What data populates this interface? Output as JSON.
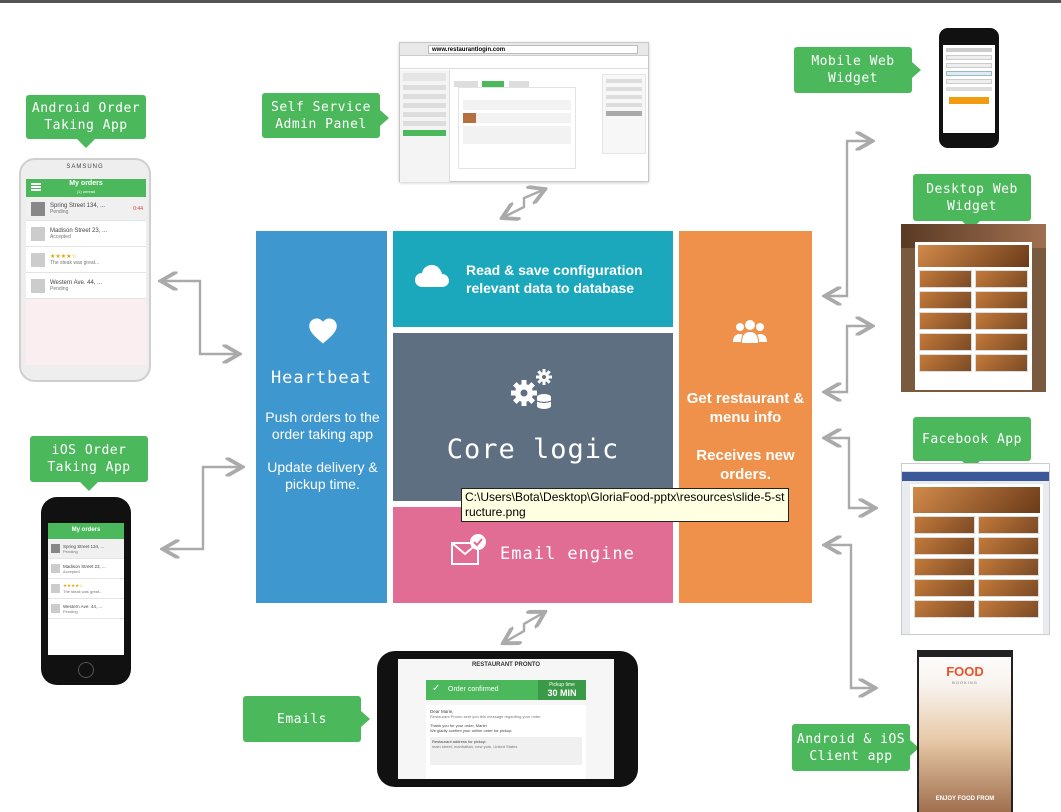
{
  "callouts": {
    "android_order": "Android Order\nTaking App",
    "self_service": "Self Service\nAdmin Panel",
    "mobile_web": "Mobile Web\nWidget",
    "desktop_web": "Desktop Web\nWidget",
    "facebook_app": "Facebook App",
    "ios_order": "iOS Order\nTaking App",
    "emails": "Emails",
    "client_app": "Android & iOS\nClient app"
  },
  "blocks": {
    "heartbeat": {
      "title": "Heartbeat",
      "line1": "Push orders to the order taking app",
      "line2": "Update delivery & pickup time."
    },
    "database": {
      "text": "Read & save configuration relevant data to database"
    },
    "core": {
      "title": "Core logic"
    },
    "email": {
      "title": "Email engine"
    },
    "restaurant": {
      "line1": "Get restaurant & menu info",
      "line2": "Receives new orders."
    }
  },
  "tooltip": "C:\\Users\\Bota\\Desktop\\GloriaFood-pptx\\resources\\slide-5-st\nructure.png",
  "android_phone": {
    "brand": "SAMSUNG",
    "title": "My orders",
    "subtitle": "(1) unread",
    "orders": [
      {
        "addr": "Spring Street 134, ...",
        "status": "Pending",
        "time": "0:44"
      },
      {
        "addr": "Madison Street 23, ...",
        "status": "Accepted",
        "time": ""
      },
      {
        "addr": "★★★★☆",
        "status": "The steak was great...",
        "time": ""
      },
      {
        "addr": "Western Ave. 44, ...",
        "status": "Pending",
        "time": ""
      }
    ]
  },
  "ios_phone": {
    "title": "My orders",
    "orders": [
      {
        "addr": "Spring Street 134, ...",
        "status": "Pending"
      },
      {
        "addr": "Madison Street 23, ...",
        "status": "Accepted"
      },
      {
        "addr": "★★★★☆",
        "status": "The steak was great..."
      },
      {
        "addr": "Western Ave. 44, ...",
        "status": "Pending"
      }
    ]
  },
  "browser": {
    "url": "www.restaurantlogin.com"
  },
  "email_phone": {
    "header": "RESTAURANT PRONTO",
    "confirmed": "Order confirmed",
    "pickup_label": "Pickup time",
    "pickup_value": "30 MIN",
    "greeting": "Dear Marie,",
    "msg1": "Restaurant Pronto sent you this message regarding your order",
    "msg2": "Thank you for your order, Marie!",
    "msg3": "We gladly confirm your online order for pickup.",
    "addr_label": "Restaurant address for pickup:",
    "addr": "main street, manhattan, new york, United States"
  },
  "client_app": {
    "brand": "FOOD",
    "sub": "BOOKING",
    "tag": "ENJOY FOOD FROM"
  },
  "colors": {
    "green": "#4cb85c",
    "blue": "#3f97d0",
    "teal": "#1ba8bd",
    "slate": "#5f6f82",
    "pink": "#e26d94",
    "orange": "#ef914a"
  }
}
